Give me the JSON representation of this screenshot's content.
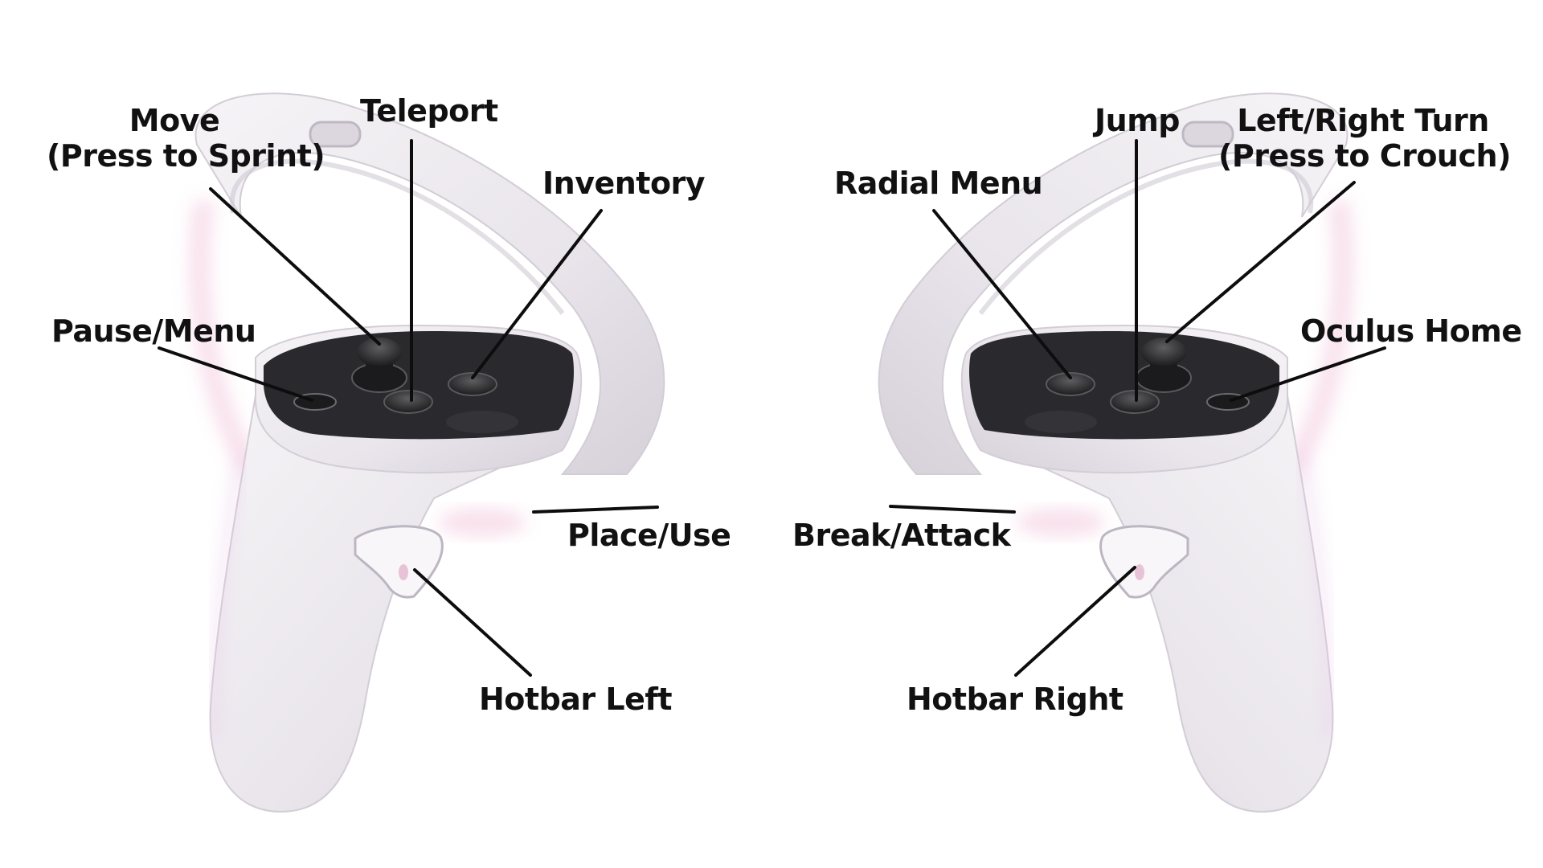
{
  "colors": {
    "shell": "#ece8ee",
    "shell_shadow": "#d3cdd6",
    "glow": "#f3c8dd",
    "face": "#2a292d",
    "face_button": "#1b1b1d",
    "button_rim": "#5a595d",
    "leader": "#0d0d0d",
    "text": "#111111"
  },
  "left_controller": {
    "labels": {
      "move": "Move\n(Press to Sprint)",
      "teleport": "Teleport",
      "inventory": "Inventory",
      "pause": "Pause/Menu",
      "place": "Place/Use",
      "hotbar_left": "Hotbar Left"
    }
  },
  "right_controller": {
    "labels": {
      "jump": "Jump",
      "turn": "Left/Right Turn\n(Press to Crouch)",
      "radial": "Radial Menu",
      "home": "Oculus Home",
      "break": "Break/Attack",
      "hotbar_right": "Hotbar Right"
    }
  }
}
